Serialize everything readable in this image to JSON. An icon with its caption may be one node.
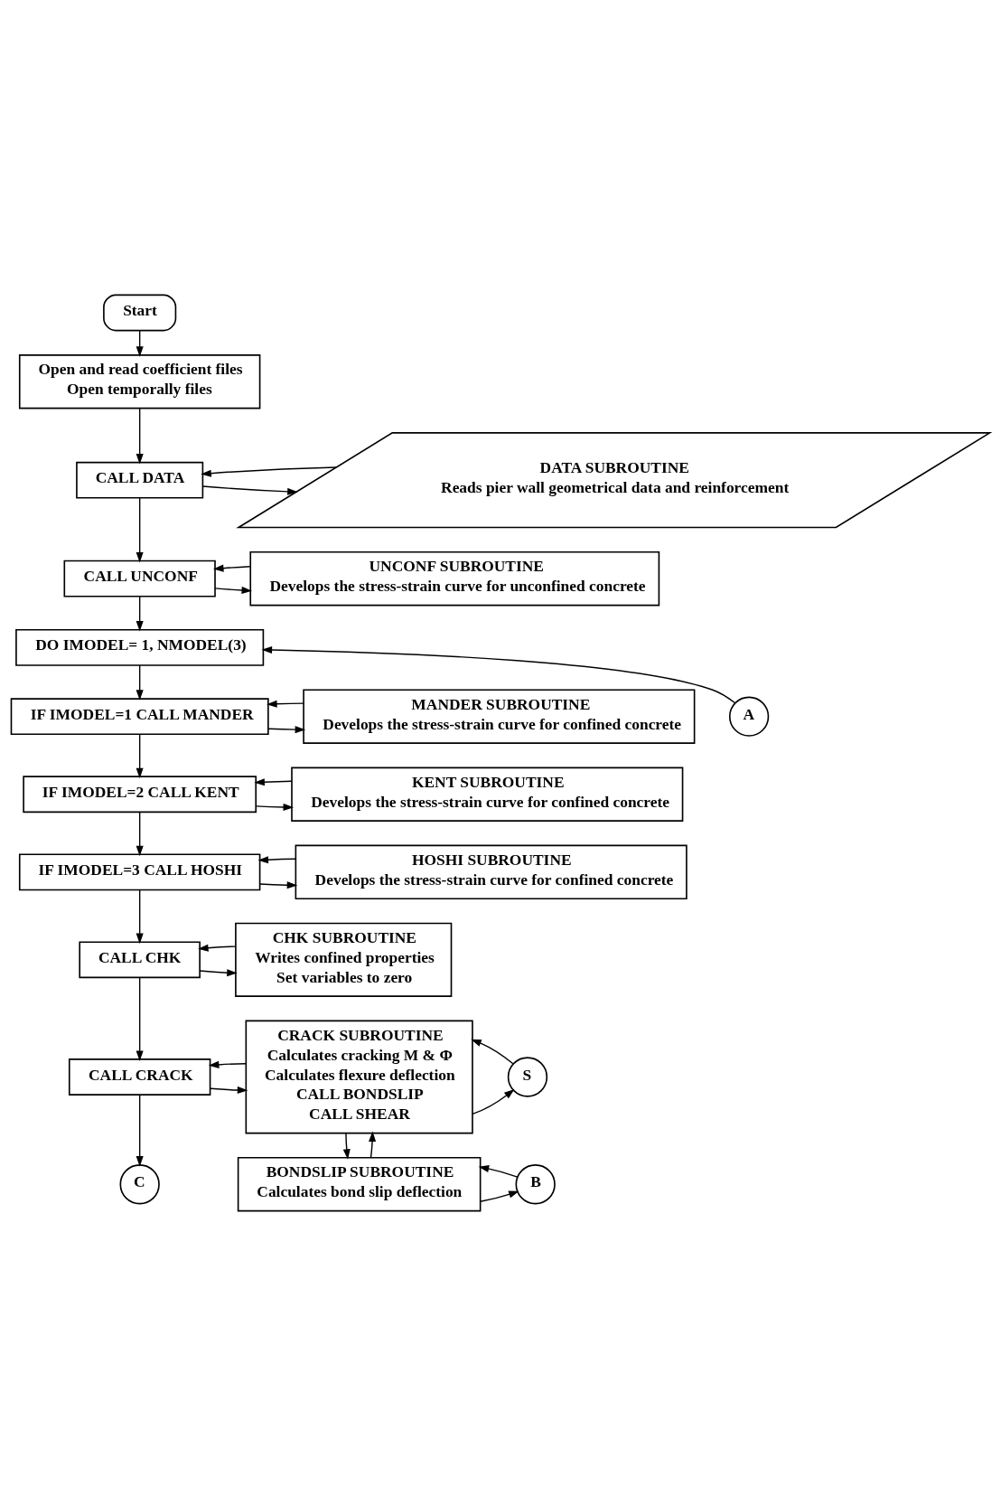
{
  "diagram": {
    "nodes": [
      {
        "text": [
          "Start"
        ]
      },
      {
        "text": [
          "Open and read coefficient files",
          "Open temporally files"
        ]
      },
      {
        "text": [
          "CALL DATA"
        ]
      },
      {
        "text": [
          "DATA SUBROUTINE",
          "Reads pier wall geometrical data and reinforcement"
        ]
      },
      {
        "text": [
          "CALL UNCONF"
        ]
      },
      {
        "text": [
          "UNCONF SUBROUTINE",
          "Develops the stress-strain curve for unconfined concrete"
        ]
      },
      {
        "text": [
          "DO IMODEL= 1, NMODEL(3)"
        ]
      },
      {
        "text": [
          "IF IMODEL=1 CALL MANDER"
        ]
      },
      {
        "text": [
          "MANDER SUBROUTINE",
          "Develops the stress-strain curve for confined concrete"
        ]
      },
      {
        "text": [
          "A"
        ]
      },
      {
        "text": [
          "IF IMODEL=2 CALL KENT"
        ]
      },
      {
        "text": [
          "KENT SUBROUTINE",
          "Develops the stress-strain curve for confined concrete"
        ]
      },
      {
        "text": [
          "IF IMODEL=3 CALL HOSHI"
        ]
      },
      {
        "text": [
          "HOSHI SUBROUTINE",
          "Develops the stress-strain curve for confined concrete"
        ]
      },
      {
        "text": [
          "CALL CHK"
        ]
      },
      {
        "text": [
          "CHK SUBROUTINE",
          "Writes confined properties",
          "Set variables to zero"
        ]
      },
      {
        "text": [
          "CALL CRACK"
        ]
      },
      {
        "text": [
          "CRACK SUBROUTINE",
          "Calculates cracking M & Φ",
          "Calculates flexure deflection",
          "CALL BONDSLIP",
          "CALL SHEAR"
        ]
      },
      {
        "text": [
          "S"
        ]
      },
      {
        "text": [
          "C"
        ]
      },
      {
        "text": [
          "BONDSLIP SUBROUTINE",
          "Calculates bond slip deflection"
        ]
      },
      {
        "text": [
          "B"
        ]
      }
    ],
    "edges": [
      {
        "from": 0,
        "to": 1,
        "arrow": "to"
      },
      {
        "from": 1,
        "to": 2,
        "arrow": "to"
      },
      {
        "from": 2,
        "to": 3,
        "arrow": "to"
      },
      {
        "from": 3,
        "to": 2,
        "arrow": "to"
      },
      {
        "from": 2,
        "to": 4,
        "arrow": "to"
      },
      {
        "from": 4,
        "to": 5,
        "arrow": "to"
      },
      {
        "from": 5,
        "to": 4,
        "arrow": "to"
      },
      {
        "from": 4,
        "to": 6,
        "arrow": "to"
      },
      {
        "from": 9,
        "to": 6,
        "arrow": "to"
      },
      {
        "from": 6,
        "to": 7,
        "arrow": "to"
      },
      {
        "from": 7,
        "to": 8,
        "arrow": "to"
      },
      {
        "from": 8,
        "to": 7,
        "arrow": "to"
      },
      {
        "from": 7,
        "to": 10,
        "arrow": "to"
      },
      {
        "from": 10,
        "to": 11,
        "arrow": "to"
      },
      {
        "from": 11,
        "to": 10,
        "arrow": "to"
      },
      {
        "from": 10,
        "to": 12,
        "arrow": "to"
      },
      {
        "from": 12,
        "to": 13,
        "arrow": "to"
      },
      {
        "from": 13,
        "to": 12,
        "arrow": "to"
      },
      {
        "from": 12,
        "to": 14,
        "arrow": "to"
      },
      {
        "from": 14,
        "to": 15,
        "arrow": "to"
      },
      {
        "from": 15,
        "to": 14,
        "arrow": "to"
      },
      {
        "from": 14,
        "to": 16,
        "arrow": "to"
      },
      {
        "from": 16,
        "to": 17,
        "arrow": "to"
      },
      {
        "from": 17,
        "to": 16,
        "arrow": "to"
      },
      {
        "from": 17,
        "to": 18,
        "arrow": "to"
      },
      {
        "from": 18,
        "to": 17,
        "arrow": "to"
      },
      {
        "from": 16,
        "to": 19,
        "arrow": "to"
      },
      {
        "from": 17,
        "to": 20,
        "arrow": "to"
      },
      {
        "from": 20,
        "to": 17,
        "arrow": "to"
      },
      {
        "from": 20,
        "to": 21,
        "arrow": "to"
      },
      {
        "from": 21,
        "to": 20,
        "arrow": "to"
      }
    ]
  }
}
